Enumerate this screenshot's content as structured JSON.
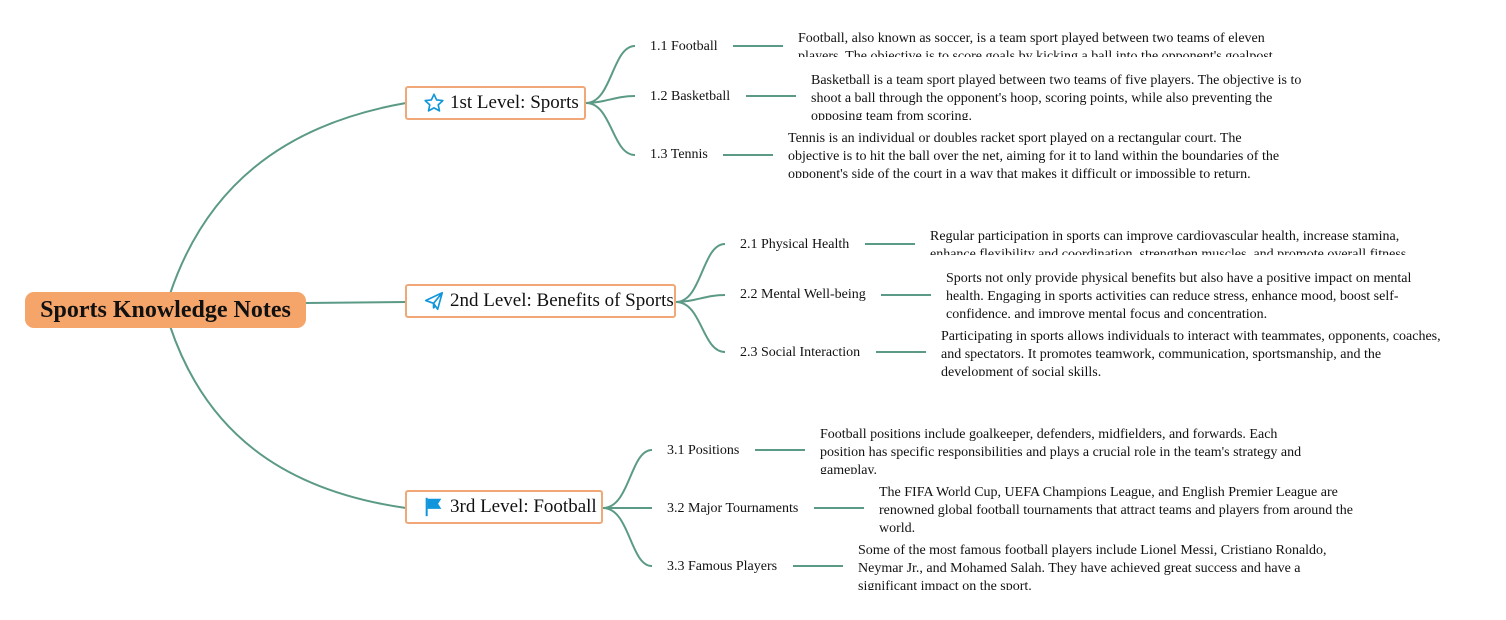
{
  "root": {
    "title": "Sports Knowledge Notes"
  },
  "colors": {
    "root_fill": "#f5a46a",
    "branch_border": "#f0a878",
    "link": "#5b9a86",
    "icon": "#1296db"
  },
  "branches": [
    {
      "label": "1st Level: Sports",
      "icon": "star-icon",
      "items": [
        {
          "label": "1.1 Football",
          "text": "Football, also known as soccer, is a team sport played between two teams of eleven players. The objective is to score goals by kicking a ball into the opponent's goalpost."
        },
        {
          "label": "1.2 Basketball",
          "text": "Basketball is a team sport played between two teams of five players. The objective is to shoot a ball through the opponent's hoop, scoring points, while also preventing the opposing team from scoring."
        },
        {
          "label": "1.3 Tennis",
          "text": "Tennis is an individual or doubles racket sport played on a rectangular court. The objective is to hit the ball over the net, aiming for it to land within the boundaries of the opponent's side of the court in a way that makes it difficult or impossible to return."
        }
      ]
    },
    {
      "label": "2nd Level: Benefits of Sports",
      "icon": "paper-plane-icon",
      "items": [
        {
          "label": "2.1 Physical Health",
          "text": "Regular participation in sports can improve cardiovascular health, increase stamina, enhance flexibility and coordination, strengthen muscles, and promote overall fitness."
        },
        {
          "label": "2.2 Mental Well-being",
          "text": "Sports not only provide physical benefits but also have a positive impact on mental health. Engaging in sports activities can reduce stress, enhance mood, boost self-confidence, and improve mental focus and concentration."
        },
        {
          "label": "2.3 Social Interaction",
          "text": "Participating in sports allows individuals to interact with teammates, opponents, coaches, and spectators. It promotes teamwork, communication, sportsmanship, and the development of social skills."
        }
      ]
    },
    {
      "label": "3rd Level: Football",
      "icon": "flag-icon",
      "items": [
        {
          "label": "3.1 Positions",
          "text": "Football positions include goalkeeper, defenders, midfielders, and forwards. Each position has specific responsibilities and plays a crucial role in the team's strategy and gameplay."
        },
        {
          "label": "3.2 Major Tournaments",
          "text": "The FIFA World Cup, UEFA Champions League, and English Premier League are renowned global football tournaments that attract teams and players from around the world."
        },
        {
          "label": "3.3 Famous Players",
          "text": "Some of the most famous football players include Lionel Messi, Cristiano Ronaldo, Neymar Jr., and Mohamed Salah. They have achieved great success and have a significant impact on the sport."
        }
      ]
    }
  ]
}
